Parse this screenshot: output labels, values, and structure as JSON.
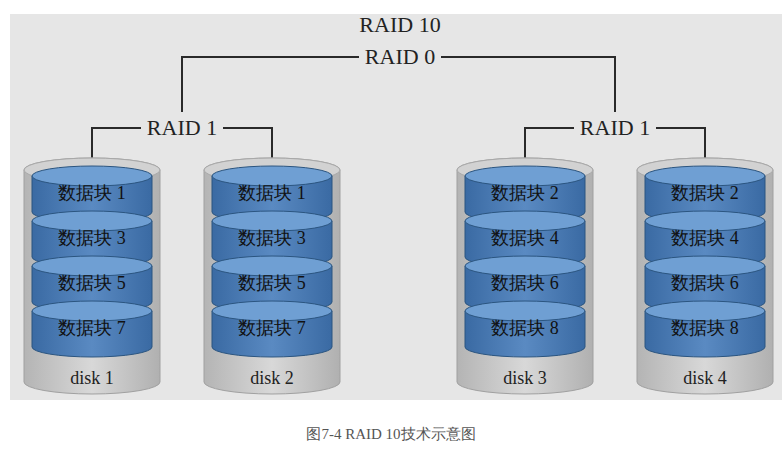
{
  "diagram": {
    "caption": "图7-4 RAID 10技术示意图",
    "nodes": [
      {
        "text": [
          "disk 1"
        ]
      },
      {
        "text": [
          "数据块 1"
        ],
        "in": 0
      },
      {
        "text": [
          "数据块 3"
        ],
        "in": 0
      },
      {
        "text": [
          "数据块 5"
        ],
        "in": 0
      },
      {
        "text": [
          "数据块 7"
        ],
        "in": 0
      },
      {
        "text": [
          "disk 2"
        ]
      },
      {
        "text": [
          "数据块 1"
        ],
        "in": 5
      },
      {
        "text": [
          "数据块 3"
        ],
        "in": 5
      },
      {
        "text": [
          "数据块 5"
        ],
        "in": 5
      },
      {
        "text": [
          "数据块 7"
        ],
        "in": 5
      },
      {
        "text": [
          "disk 3"
        ]
      },
      {
        "text": [
          "数据块 2"
        ],
        "in": 10
      },
      {
        "text": [
          "数据块 4"
        ],
        "in": 10
      },
      {
        "text": [
          "数据块 6"
        ],
        "in": 10
      },
      {
        "text": [
          "数据块 8"
        ],
        "in": 10
      },
      {
        "text": [
          "disk 4"
        ]
      },
      {
        "text": [
          "数据块 2"
        ],
        "in": 15
      },
      {
        "text": [
          "数据块 4"
        ],
        "in": 15
      },
      {
        "text": [
          "数据块 6"
        ],
        "in": 15
      },
      {
        "text": [
          "数据块 8"
        ],
        "in": 15
      }
    ],
    "edges": [
      {
        "from": 0,
        "to": 5,
        "arrow": "none",
        "label": "RAID 1"
      },
      {
        "from": 10,
        "to": 15,
        "arrow": "none",
        "label": "RAID 1"
      }
    ],
    "labels": [
      "RAID 10",
      "RAID 0"
    ]
  }
}
